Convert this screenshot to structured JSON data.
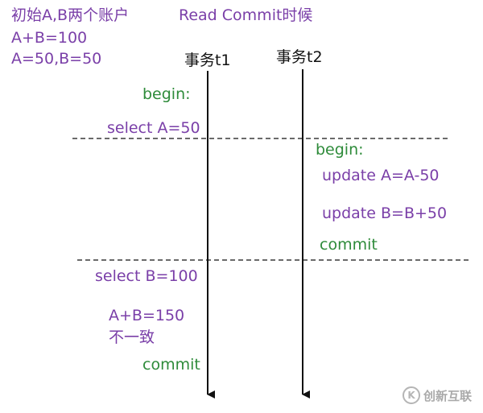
{
  "header": {
    "initial_title": "初始A,B两个账户",
    "sum_line": "A+B=100",
    "values_line": "A=50,B=50",
    "isolation_title": "Read Commit时候"
  },
  "transactions": {
    "t1_label": "事务t1",
    "t2_label": "事务t2"
  },
  "t1_steps": {
    "begin": "begin:",
    "select_a": "select A=50",
    "select_b": "select B=100",
    "sum": "A+B=150",
    "inconsistent": "不一致",
    "commit": "commit"
  },
  "t2_steps": {
    "begin": "begin:",
    "update_a": "update A=A-50",
    "update_b": "update B=B+50",
    "commit": "commit"
  },
  "colors": {
    "purple": "#7a3fa8",
    "green": "#2e8b3a",
    "black": "#111111",
    "watermark": "#aaaaaa"
  },
  "watermark": {
    "icon": "chuangxin-logo-icon",
    "logo_glyph": "K",
    "text": "创新互联"
  }
}
